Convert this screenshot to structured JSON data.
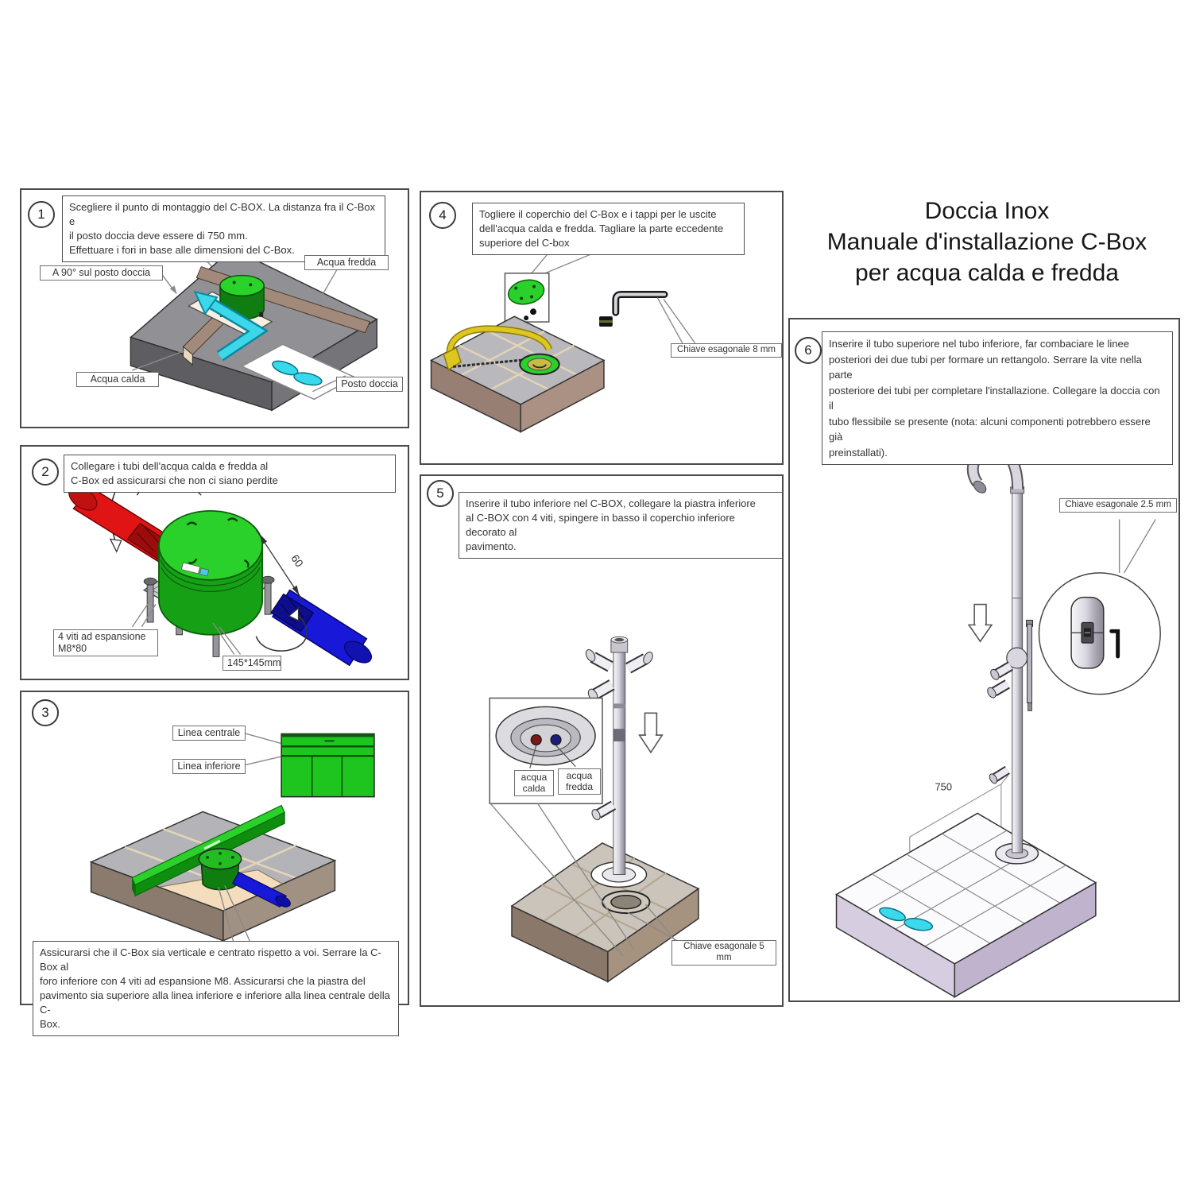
{
  "title": {
    "line1": "Doccia Inox",
    "line2": "Manuale d'installazione C-Box",
    "line3": "per acqua calda e fredda"
  },
  "colors": {
    "cbox_green": "#24c724",
    "cbox_green_dark": "#128a12",
    "hot_red": "#dd1414",
    "cold_blue": "#1717d0",
    "water_cyan": "#3ad6ea",
    "tile_gray": "#b9b9bd",
    "tile_side_brown": "#9a8478",
    "base_lavender": "#cfc6d8",
    "panel_border": "#4a4a4a"
  },
  "panels": {
    "p1": {
      "number": "1",
      "instruction": "Scegliere il punto di montaggio del C-BOX. La distanza fra il C-Box e\nil posto doccia deve essere di 750 mm.\nEffettuare i fori in base alle dimensioni del C-Box.",
      "labels": {
        "a90": "A 90° sul posto doccia",
        "fredda": "Acqua fredda",
        "calda": "Acqua calda",
        "posto": "Posto doccia"
      }
    },
    "p2": {
      "number": "2",
      "instruction": "Collegare i tubi dell'acqua calda e fredda al\nC-Box ed assicurarsi che non ci siano perdite",
      "labels": {
        "viti": "4 viti ad espansione\nM8*80",
        "dim145": "145*145mm",
        "dim60": "60"
      }
    },
    "p3": {
      "number": "3",
      "instruction": "Assicurarsi che il C-Box sia verticale e centrato rispetto a voi. Serrare la C-Box al\nforo inferiore con 4 viti ad espansione M8. Assicurarsi che la piastra del\npavimento sia superiore alla linea inferiore e inferiore alla linea centrale della C-\nBox.",
      "labels": {
        "centrale": "Linea centrale",
        "inferiore": "Linea inferiore"
      }
    },
    "p4": {
      "number": "4",
      "instruction": "Togliere il coperchio del C-Box e i tappi per le uscite\ndell'acqua calda e fredda. Tagliare la parte eccedente\nsuperiore del C-box",
      "labels": {
        "chiave8": "Chiave esagonale 8 mm"
      }
    },
    "p5": {
      "number": "5",
      "instruction": "Inserire il tubo inferiore nel C-BOX, collegare la piastra inferiore\nal C-BOX con 4 viti, spingere in basso il coperchio inferiore decorato al\npavimento.",
      "labels": {
        "calda": "acqua\ncalda",
        "fredda": "acqua\nfredda",
        "chiave5": "Chiave esagonale 5 mm"
      }
    },
    "p6": {
      "number": "6",
      "instruction": "Inserire il tubo superiore nel tubo inferiore, far combaciare le linee\nposteriori dei due tubi per formare un rettangolo. Serrare la vite nella parte\nposteriore dei tubi per completare l'installazione. Collegare la doccia con il\ntubo flessibile se presente (nota: alcuni componenti potrebbero essere già\npreinstallati).",
      "labels": {
        "chiave25": "Chiave esagonale 2.5 mm",
        "dim750": "750"
      }
    }
  }
}
